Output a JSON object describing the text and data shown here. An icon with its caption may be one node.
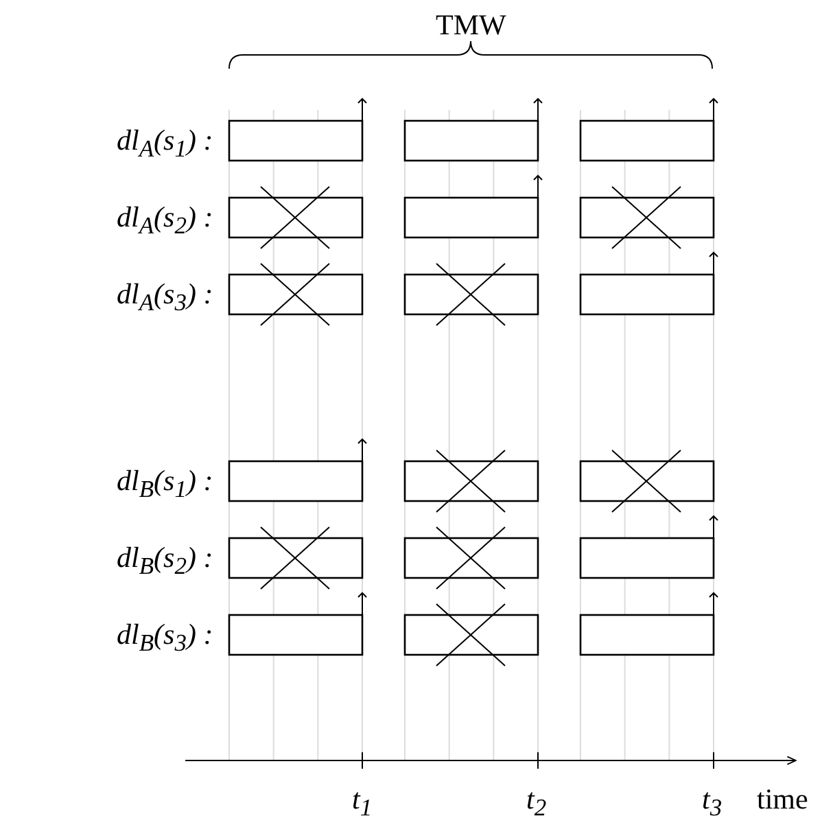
{
  "diagram": {
    "nodes": [
      {
        "text": [],
        "shape": "box"
      },
      {
        "text": [],
        "shape": "box"
      },
      {
        "text": [],
        "shape": "box"
      },
      {
        "text": [],
        "shape": "crossed-box"
      },
      {
        "text": [],
        "shape": "box"
      },
      {
        "text": [],
        "shape": "crossed-box"
      },
      {
        "text": [],
        "shape": "crossed-box"
      },
      {
        "text": [],
        "shape": "crossed-box"
      },
      {
        "text": [],
        "shape": "box"
      },
      {
        "text": [],
        "shape": "box"
      },
      {
        "text": [],
        "shape": "crossed-box"
      },
      {
        "text": [],
        "shape": "crossed-box"
      },
      {
        "text": [],
        "shape": "crossed-box"
      },
      {
        "text": [],
        "shape": "crossed-box"
      },
      {
        "text": [],
        "shape": "box"
      },
      {
        "text": [],
        "shape": "box"
      },
      {
        "text": [],
        "shape": "crossed-box"
      },
      {
        "text": [],
        "shape": "box"
      }
    ],
    "labels": [
      "TMW",
      "dl$_{A}$(s$_{1}$) :",
      "dl$_{A}$(s$_{2}$) :",
      "dl$_{A}$(s$_{3}$) :",
      "dl$_{B}$(s$_{1}$) :",
      "dl$_{B}$(s$_{2}$) :",
      "dl$_{B}$(s$_{3}$) :",
      "t$_{1}$",
      "t$_{2}$",
      "t$_{3}$",
      "time"
    ]
  }
}
